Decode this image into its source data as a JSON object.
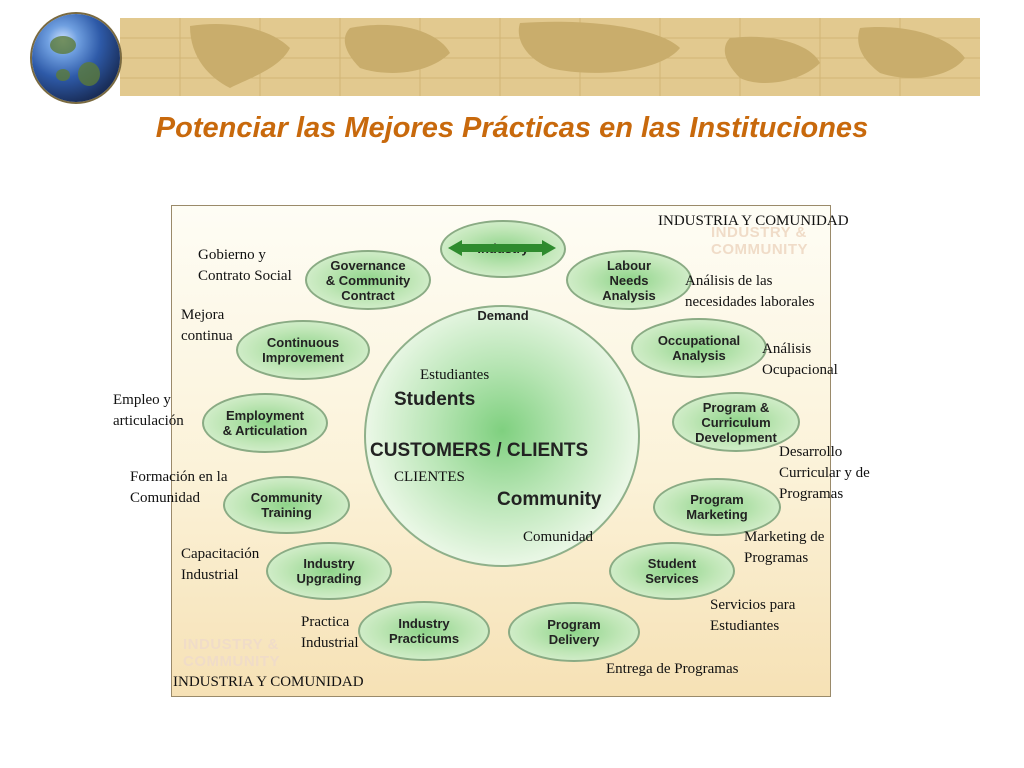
{
  "title": "Potenciar las Mejores Prácticas en las Instituciones",
  "center": {
    "students": "Students",
    "customers": "CUSTOMERS / CLIENTS",
    "community": "Community"
  },
  "nodes": {
    "industry_demand": {
      "top": "Industry",
      "bottom": "Demand"
    },
    "labour_needs": "Labour\nNeeds\nAnalysis",
    "occupational": "Occupational\nAnalysis",
    "program_curriculum": "Program &\nCurriculum\nDevelopment",
    "program_marketing": "Program\nMarketing",
    "student_services": "Student\nServices",
    "program_delivery": "Program\nDelivery",
    "industry_practicums": "Industry\nPracticums",
    "industry_upgrading": "Industry\nUpgrading",
    "community_training": "Community\nTraining",
    "employment": "Employment\n& Articulation",
    "continuous": "Continuous\nImprovement",
    "governance": "Governance\n& Community\nContract"
  },
  "corner_labels": {
    "top_right": "INDUSTRY &\nCOMMUNITY",
    "bottom_left": "INDUSTRY &\nCOMMUNITY"
  },
  "labels": {
    "industria_top": "INDUSTRIA Y COMUNIDAD",
    "gobierno": "Gobierno y\nContrato Social",
    "analisis_laborales": "Análisis de las\nnecesidades laborales",
    "mejora": "Mejora\ncontinua",
    "analisis_ocupacional": "Análisis\nOcupacional",
    "estudiantes": "Estudiantes",
    "empleo": "Empleo y\narticulación",
    "desarrollo": "Desarrollo\nCurricular y de\nProgramas",
    "formacion": "Formación en la\nComunidad",
    "clientes": "CLIENTES",
    "comunidad": "Comunidad",
    "marketing": "Marketing de\nProgramas",
    "capacitacion": "Capacitación\nIndustrial",
    "servicios": "Servicios para\nEstudiantes",
    "practica": "Practica\nIndustrial",
    "entrega": "Entrega de Programas",
    "industria_bottom": "INDUSTRIA Y COMUNIDAD"
  },
  "colors": {
    "title": "#c8690c",
    "banner": "#e2c98f",
    "node_green": "#8fd48a",
    "arrow": "#2e8b2e"
  }
}
